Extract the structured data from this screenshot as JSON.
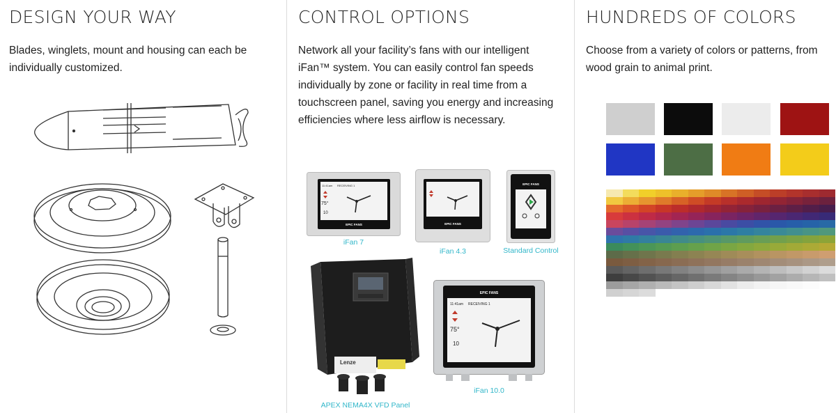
{
  "sections": [
    {
      "title": "DESIGN YOUR WAY",
      "body": "Blades, winglets, mount and housing can each be individually customized."
    },
    {
      "title": "CONTROL OPTIONS",
      "body": "Network all your facility’s fans with our intelligent iFan™ system. You can easily control fan speeds individually by zone or facility in real time from a touchscreen panel, saving you energy and increasing efficiencies where less airflow is necessary.",
      "products": [
        {
          "name": "iFan 7"
        },
        {
          "name": "iFan 4.3"
        },
        {
          "name": "Standard Control"
        },
        {
          "name": "APEX NEMA4X VFD Panel"
        },
        {
          "name": "iFan 10.0"
        }
      ],
      "brand": "EPIC FANS",
      "vfd_brand": "Lenze",
      "screen": {
        "time": "11:41am",
        "zone": "RECEIVING 1",
        "temp": "75°",
        "speed": "10",
        "model": "IFAN 7"
      }
    },
    {
      "title": "HUNDREDS OF COLORS",
      "body": "Choose from a variety of colors or patterns, from wood grain to animal print.",
      "swatches": [
        "#cfcfcf",
        "#0c0c0c",
        "#ececec",
        "#9e1313",
        "#2036c4",
        "#4d6e45",
        "#f07c14",
        "#f3cc1a"
      ]
    }
  ]
}
